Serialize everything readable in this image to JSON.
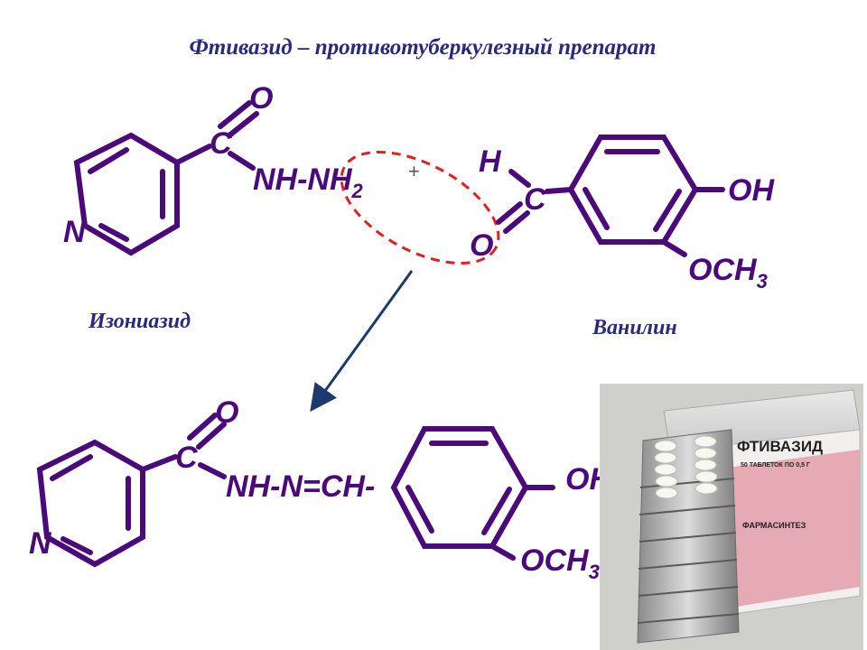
{
  "title": "Фтивазид – противотуберкулезный препарат",
  "isoniazid": {
    "name": "Изониазид",
    "atom_n": "N",
    "atom_c": "C",
    "atom_o": "O",
    "group_main": "NH-NH",
    "group_sub": "2"
  },
  "plus": "+",
  "vanillin": {
    "name": "Ванилин",
    "atom_h": "H",
    "atom_c": "C",
    "atom_o": "O",
    "oh": "OH",
    "och_main": "OCH",
    "och_sub": "3"
  },
  "product": {
    "atom_n": "N",
    "atom_c": "C",
    "atom_o": "O",
    "linker": "NH-N=CH-",
    "oh": "OH",
    "och_main": "OCH",
    "och_sub": "3"
  },
  "package_photo": {
    "brand": "ФТИВАЗИД",
    "small_print": "50 ТАБЛЕТОК ПО 0,5 Г",
    "maker": "ФАРМАСИНТЕЗ"
  },
  "colors": {
    "structure": "#4b0a7a",
    "title": "#2a2a7a",
    "highlight_ellipse": "#dd2222",
    "arrow": "#1c3a6e"
  }
}
